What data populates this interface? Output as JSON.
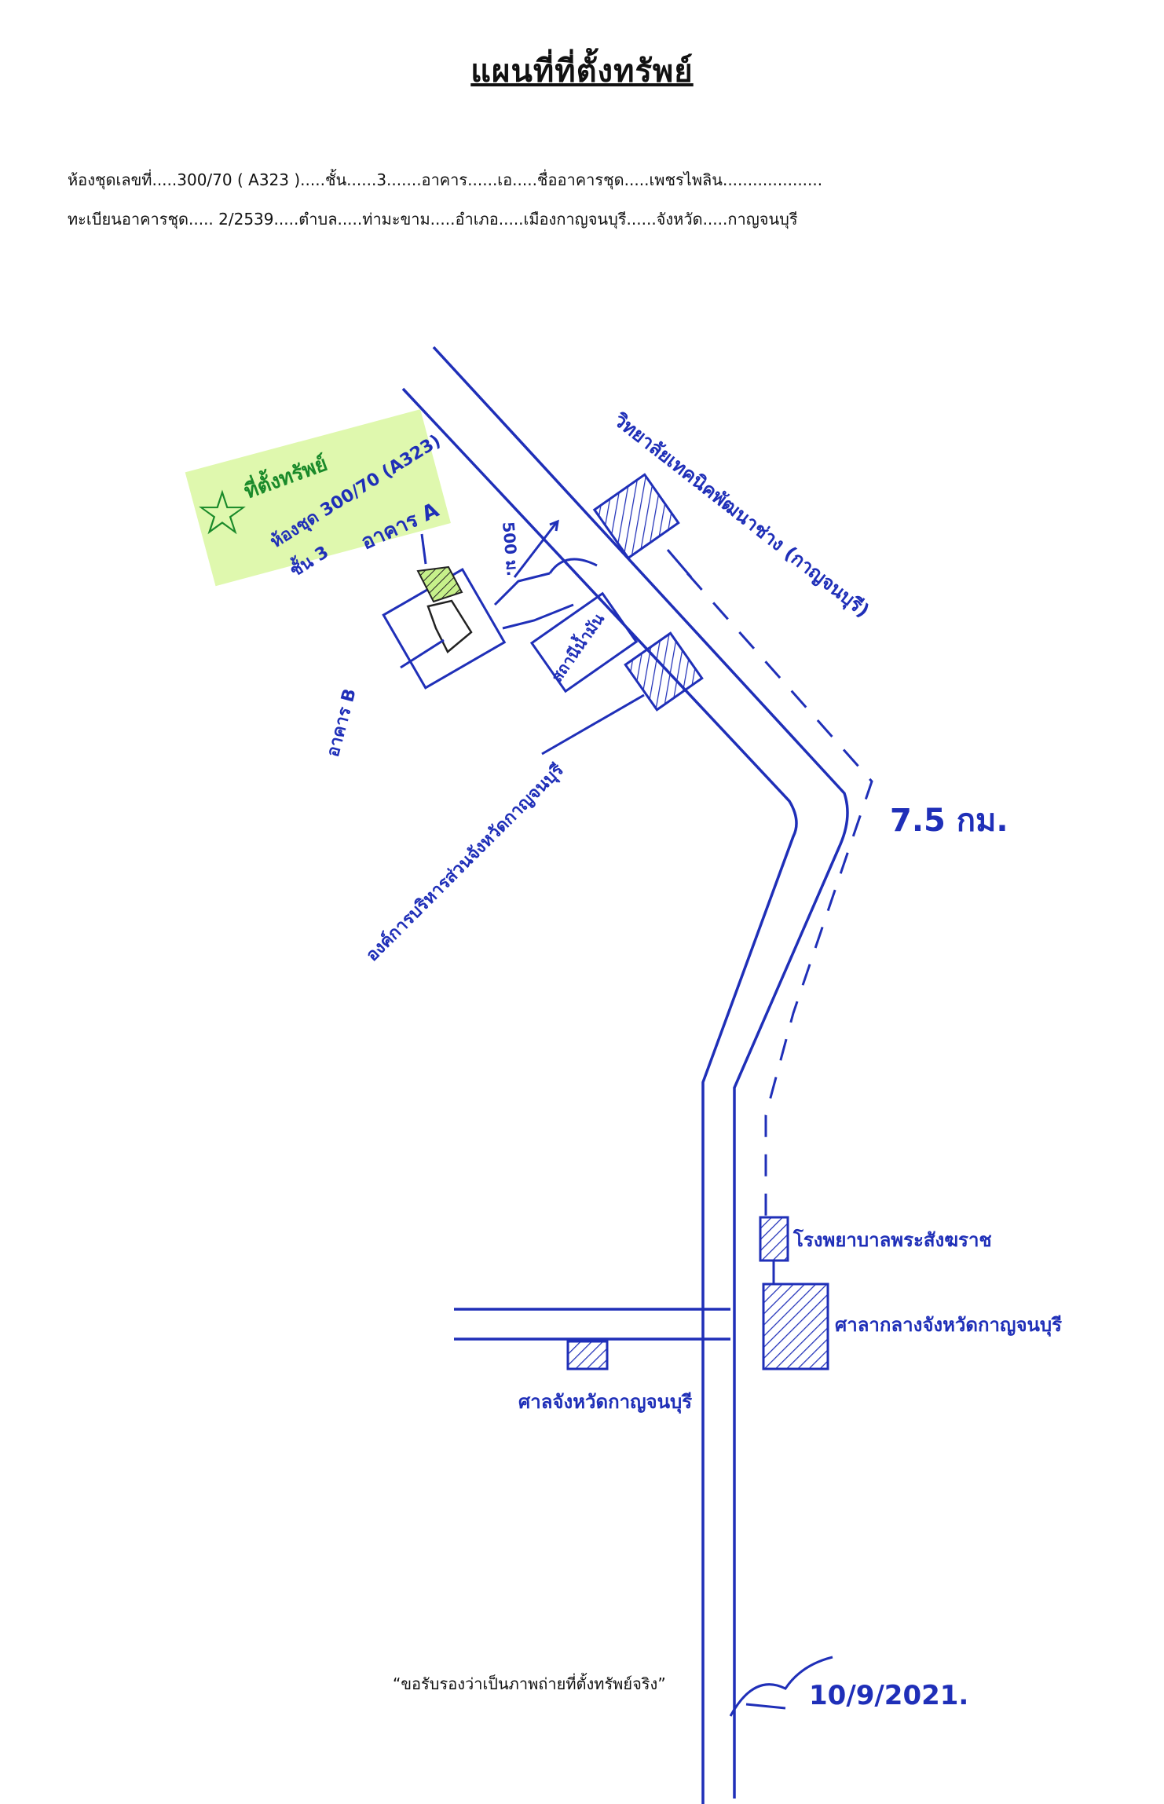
{
  "title": "แผนที่ที่ตั้งทรัพย์",
  "header": {
    "line1": "ห้องชุดเลขที่.....300/70 ( A323 ).....ชั้น......3.......อาคาร......เอ.....ชื่ออาคารชุด.....เพชรไพลิน....................",
    "line2": "ทะเบียนอาคารชุด..... 2/2539.....ตำบล.....ท่ามะขาม.....อำเภอ.....เมืองกาญจนบุรี......จังหวัด.....กาญจนบุรี"
  },
  "map": {
    "property_label": "ที่ตั้งทรัพย์",
    "unit_label": "ห้องชุด 300/70 (A323)",
    "floor_label": "ชั้น 3",
    "building_a": "อาคาร A",
    "building_b": "อาคาร B",
    "distance_meters": "500 ม.",
    "gas_station": "สถานีน้ำมัน",
    "college": "วิทยาลัยเทคนิคพัฒนาช่าง (กาญจนบุรี)",
    "sao": "องค์การบริหารส่วนจังหวัดกาญจนบุรี",
    "distance_km": "7.5 กม.",
    "hospital": "โรงพยาบาลพระสังฆราช",
    "city_hall": "ศาลากลางจังหวัดกาญจนบุรี",
    "court": "ศาลจังหวัดกาญจนบุรี"
  },
  "footer": {
    "certification": "“ขอรับรองว่าเป็นภาพถ่ายที่ตั้งทรัพย์จริง”",
    "date": "10/9/2021."
  },
  "colors": {
    "ink": "#1f2fb8",
    "highlight": "#c6f08a",
    "text": "#111111"
  }
}
